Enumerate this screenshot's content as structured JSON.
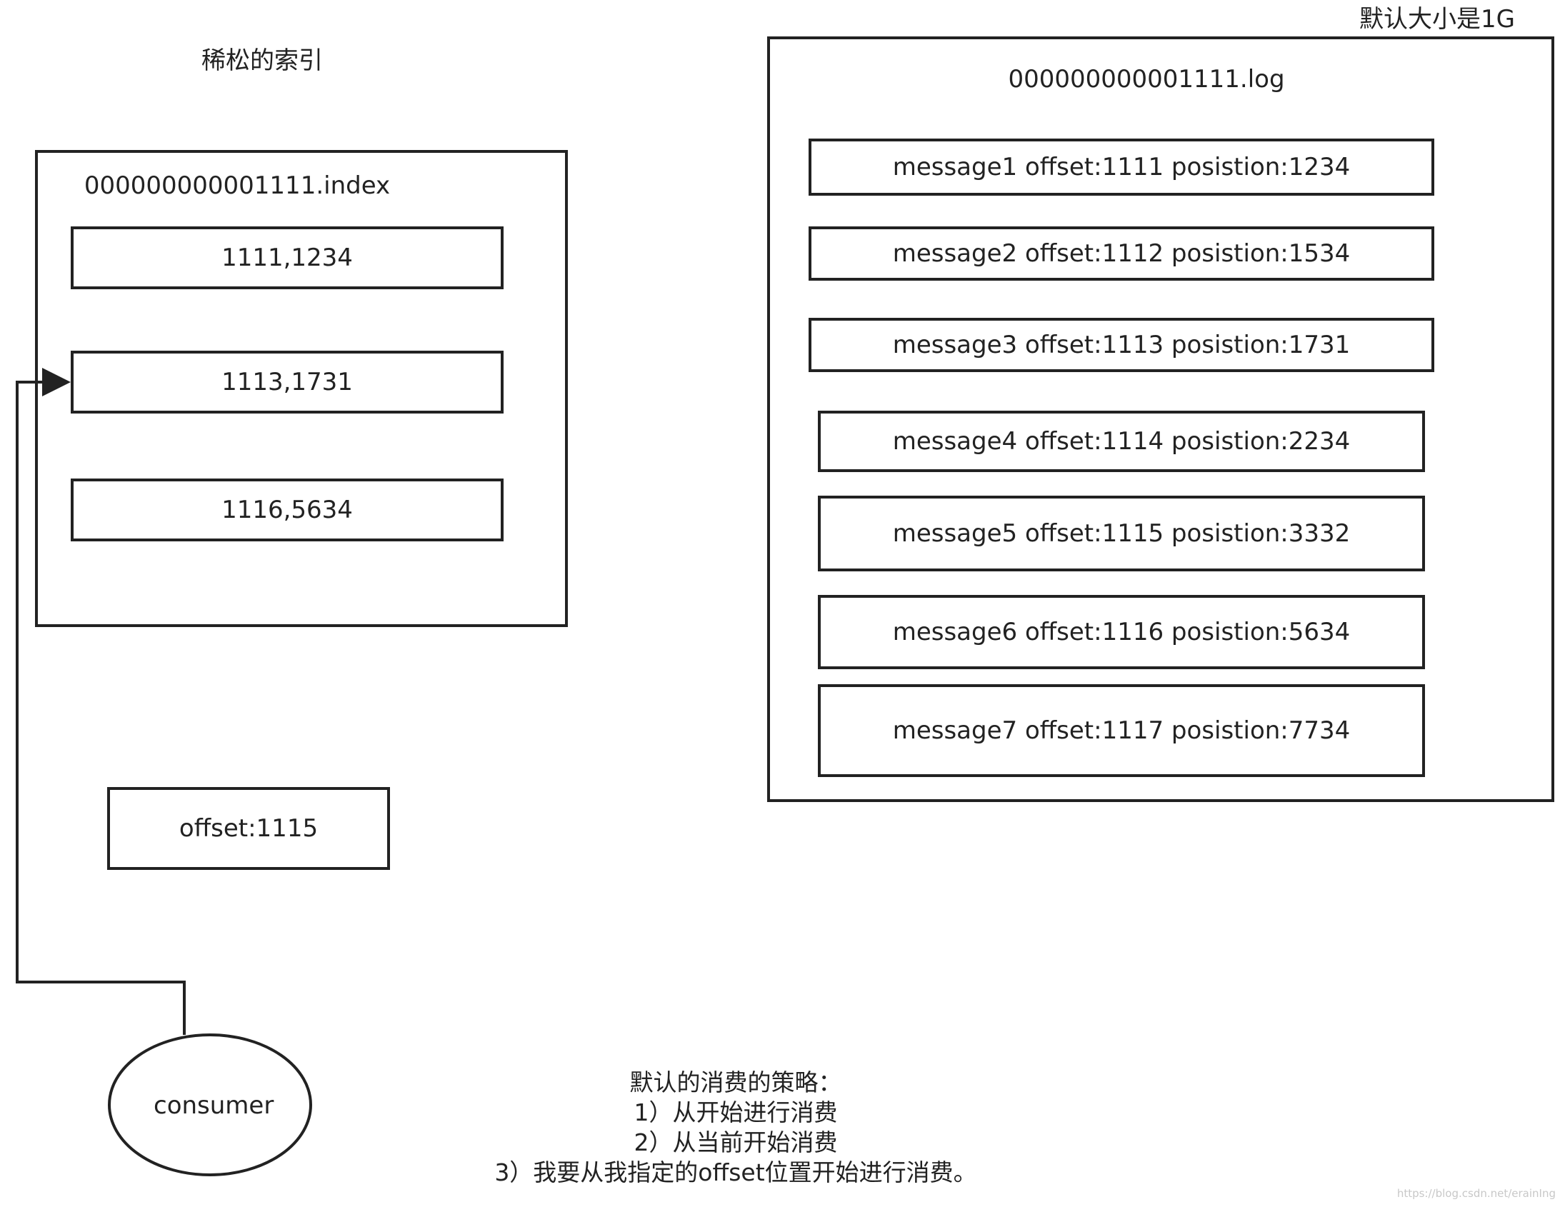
{
  "index_caption": "稀松的索引",
  "log_caption": "默认大小是1G",
  "index_file": {
    "name": "000000000001111.index",
    "entries": [
      "1111,1234",
      "1113,1731",
      "1116,5634"
    ]
  },
  "log_file": {
    "name": "000000000001111.log",
    "messages": [
      "message1  offset:1111  posistion:1234",
      "message2  offset:1112  posistion:1534",
      "message3  offset:1113  posistion:1731",
      "message4  offset:1114  posistion:2234",
      "message5  offset:1115  posistion:3332",
      "message6  offset:1116  posistion:5634",
      "message7  offset:1117  posistion:7734"
    ]
  },
  "consumer_offset": "offset:1115",
  "consumer": "consumer",
  "strategy": {
    "title": "默认的消费的策略：",
    "items": [
      "1）从开始进行消费",
      "2）从当前开始消费",
      "3）我要从我指定的offset位置开始进行消费。"
    ]
  },
  "watermark": "https://blog.csdn.net/erainIng"
}
